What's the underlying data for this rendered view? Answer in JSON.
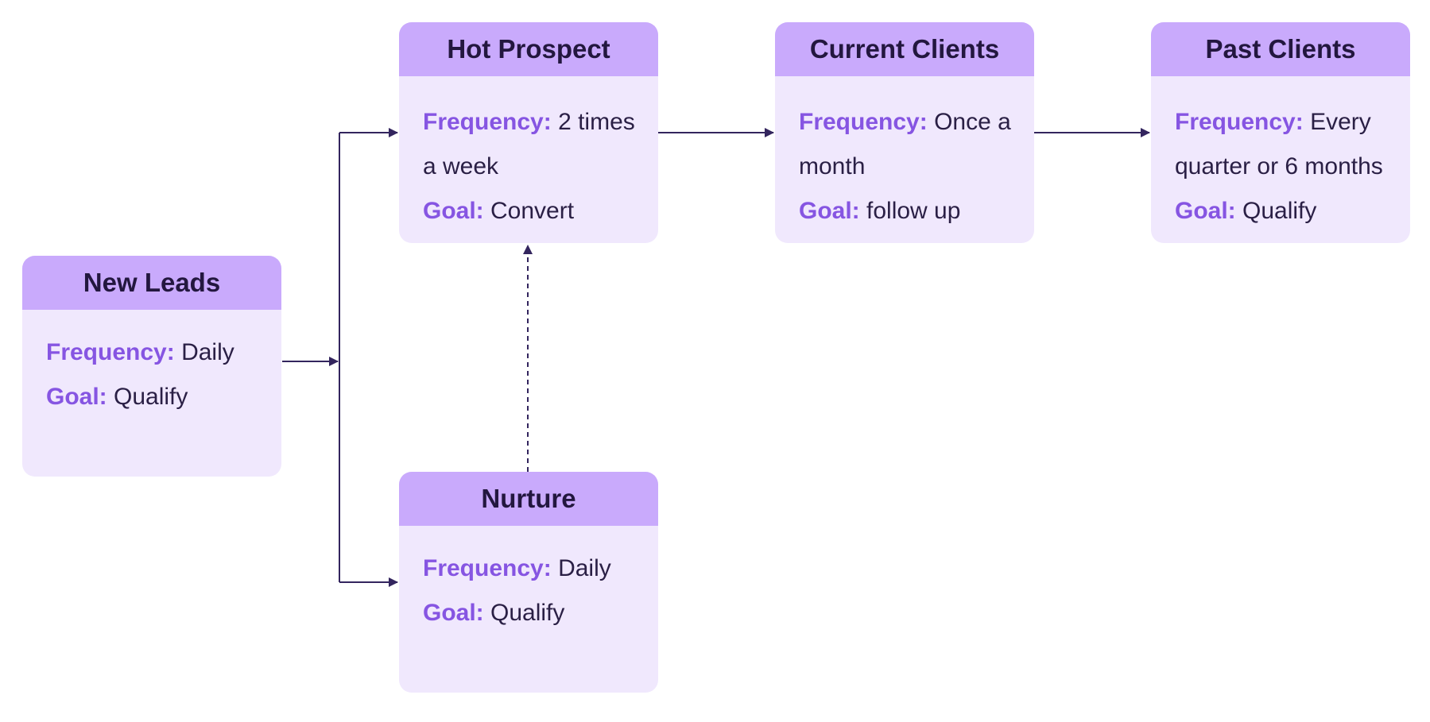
{
  "nodes": [
    {
      "id": "new-leads",
      "title": "New Leads",
      "frequency_label": "Frequency:",
      "frequency": "Daily",
      "goal_label": "Goal:",
      "goal": "Qualify"
    },
    {
      "id": "hot-prospect",
      "title": "Hot Prospect",
      "frequency_label": "Frequency:",
      "frequency": "2 times a week",
      "goal_label": "Goal:",
      "goal": "Convert"
    },
    {
      "id": "current-clients",
      "title": "Current Clients",
      "frequency_label": "Frequency:",
      "frequency": "Once a month",
      "goal_label": "Goal:",
      "goal": "follow up"
    },
    {
      "id": "past-clients",
      "title": "Past Clients",
      "frequency_label": "Frequency:",
      "frequency": "Every quarter or 6 months",
      "goal_label": "Goal:",
      "goal": "Qualify"
    },
    {
      "id": "nurture",
      "title": "Nurture",
      "frequency_label": "Frequency:",
      "frequency": "Daily",
      "goal_label": "Goal:",
      "goal": "Qualify"
    }
  ],
  "edges": [
    {
      "from": "new-leads",
      "to": "hot-prospect",
      "style": "solid"
    },
    {
      "from": "new-leads",
      "to": "nurture",
      "style": "solid"
    },
    {
      "from": "hot-prospect",
      "to": "current-clients",
      "style": "solid"
    },
    {
      "from": "current-clients",
      "to": "past-clients",
      "style": "solid"
    },
    {
      "from": "nurture",
      "to": "hot-prospect",
      "style": "dashed"
    }
  ],
  "colors": {
    "header": "#c9aafc",
    "body": "#f0e8fd",
    "label": "#8655e2",
    "title_text": "#23173f",
    "connector": "#33255e"
  }
}
